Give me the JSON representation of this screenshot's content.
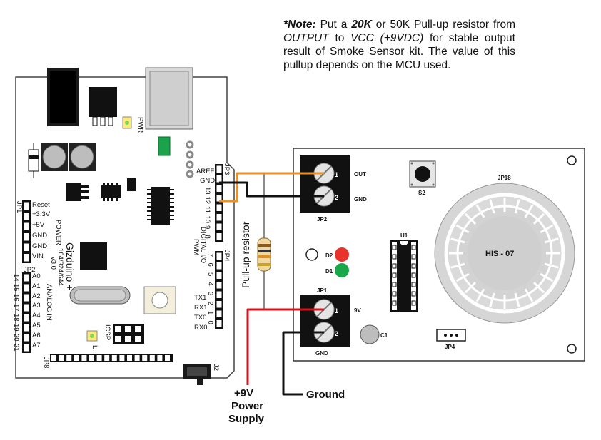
{
  "note": {
    "prefix": "*Note:",
    "t1": " Put a ",
    "res_20k": "20K",
    "t2": " or 50K Pull-up resistor from ",
    "output": "OUTPUT",
    "t3": " to ",
    "vcc": "VCC (+9VDC)",
    "t4": " for stable output result of Smoke Sensor kit. The value of this pullup depends on the MCU used."
  },
  "arduino": {
    "name": "Gizduino +",
    "models": "164/324/644",
    "version": "v3.0",
    "pwr_label": "PWR",
    "jp1": "JP1",
    "jp2": "JP2",
    "jp3": "JP3",
    "jp4": "JP4",
    "jp8": "JP8",
    "j2": "J2",
    "icsp": "ICSP",
    "l_led": "L",
    "power_group": "POWER",
    "analog_group": "ANALOG IN",
    "digital_group": "DIGITAL I/O",
    "pwm": "PWM",
    "power_pins": [
      "Reset",
      "+3.3V",
      "+5V",
      "GND",
      "GND",
      "VIN"
    ],
    "analog_pins": [
      "A0",
      "A1",
      "A2",
      "A3",
      "A4",
      "A5",
      "A6",
      "A7"
    ],
    "analog_nums": [
      "14",
      "15",
      "16",
      "17",
      "18",
      "19",
      "20",
      "21"
    ],
    "digital_top": [
      "AREF",
      "GND",
      "13",
      "12",
      "11",
      "10",
      "9",
      "8"
    ],
    "digital_bottom": [
      "7",
      "6",
      "5",
      "4",
      "3",
      "2",
      "1",
      "0"
    ],
    "serial_labels": [
      "TX1",
      "RX1",
      "TX0",
      "RX0"
    ]
  },
  "sensor": {
    "jp2": "JP2",
    "jp1": "JP1",
    "jp4": "JP4",
    "jp18": "JP18",
    "out": "OUT",
    "gnd": "GND",
    "v9": "9V",
    "gnd2": "GND",
    "pin1": "1",
    "pin2": "2",
    "s2": "S2",
    "u1": "U1",
    "d2": "D2",
    "d1": "D1",
    "c1": "C1",
    "module": "HIS - 07"
  },
  "pullup_label": "Pull-up resistor",
  "supply_label": [
    "+9V",
    "Power",
    "Supply"
  ],
  "ground_label": "Ground",
  "colors": {
    "wire_out": "#f0901e",
    "wire_gnd": "#111111",
    "wire_9v": "#d0141c",
    "led_red": "#e8332a",
    "led_green": "#18a84a",
    "board_outline": "#333333"
  }
}
